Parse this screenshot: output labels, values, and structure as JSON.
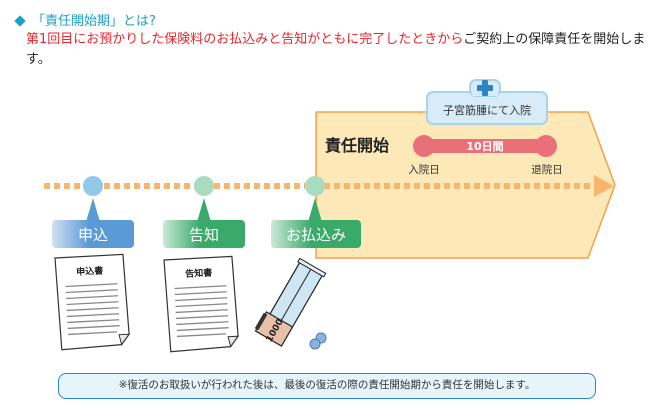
{
  "title": {
    "icon": "diamond-icon",
    "text": "「責任開始期」とは?"
  },
  "description": {
    "highlight": "第1回目にお預かりした保険料のお払込みと告知がともに完了したときから",
    "rest": "ご契約上の保障責任を開始します。"
  },
  "timeline": {
    "steps": [
      {
        "label": "申込",
        "color": "#5b9bd5",
        "dot_color": "#93c9e8",
        "document": "申込書"
      },
      {
        "label": "告知",
        "color": "#3aaa6b",
        "dot_color": "#a8dcc0",
        "document": "告知書"
      },
      {
        "label": "お払込み",
        "color": "#3aaa6b",
        "dot_color": "#a8dcc0",
        "document": ""
      }
    ],
    "coverage": {
      "label": "責任開始",
      "fill": "#fde8b8",
      "border": "#f5a04a"
    },
    "hospital": {
      "icon": "medical-cross-icon",
      "label": "子宮筋腫にて入院",
      "duration": "10日間",
      "admission": "入院日",
      "discharge": "退院日",
      "color": "#e96f78"
    },
    "line_color": "#f9b56b"
  },
  "payment_bill": "1000",
  "note": "※復活のお取扱いが行われた後は、最後の復活の際の責任開始期から責任を開始します。"
}
